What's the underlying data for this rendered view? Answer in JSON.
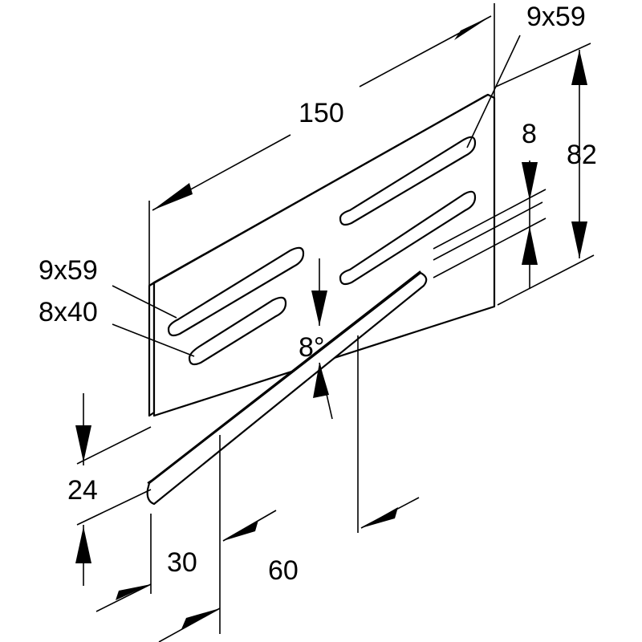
{
  "dimensions": {
    "length": "150",
    "slot_upper_right": "9x59",
    "slot_upper_left": "9x59",
    "slot_lower_left": "8x40",
    "gap": "8",
    "height": "82",
    "angle": "8°",
    "tab_height": "24",
    "tab_offset_short": "30",
    "tab_offset_long": "60"
  }
}
